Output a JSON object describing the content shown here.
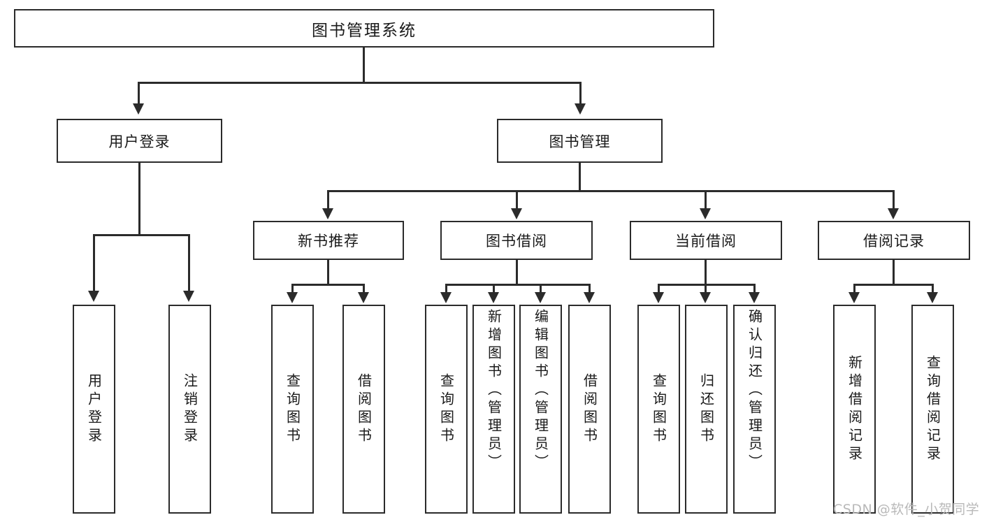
{
  "diagram": {
    "type": "tree",
    "title": "图书管理系统",
    "watermark": "CSDN @软件_小贺同学",
    "root": {
      "label": "图书管理系统",
      "children": [
        {
          "label": "用户登录",
          "children": [
            {
              "label": "用户登录"
            },
            {
              "label": "注销登录"
            }
          ]
        },
        {
          "label": "图书管理",
          "children": [
            {
              "label": "新书推荐",
              "children": [
                {
                  "label": "查询图书"
                },
                {
                  "label": "借阅图书"
                }
              ]
            },
            {
              "label": "图书借阅",
              "children": [
                {
                  "label": "查询图书"
                },
                {
                  "label": "新增图书（管理员）"
                },
                {
                  "label": "编辑图书（管理员）"
                },
                {
                  "label": "借阅图书"
                }
              ]
            },
            {
              "label": "当前借阅",
              "children": [
                {
                  "label": "查询图书"
                },
                {
                  "label": "归还图书"
                },
                {
                  "label": "确认归还（管理员）"
                }
              ]
            },
            {
              "label": "借阅记录",
              "children": [
                {
                  "label": "新增借阅记录"
                },
                {
                  "label": "查询借阅记录"
                }
              ]
            }
          ]
        }
      ]
    }
  },
  "nodes": {
    "root": "图书管理系统",
    "l2": {
      "user_login": "用户登录",
      "book_manage": "图书管理"
    },
    "l3": {
      "new_book_rec": "新书推荐",
      "book_borrow": "图书借阅",
      "current_borrow": "当前借阅",
      "borrow_record": "借阅记录"
    },
    "leaf": {
      "user_login_1": "用户登录",
      "user_logout": "注销登录",
      "rec_query_book": "查询图书",
      "rec_borrow_book": "借阅图书",
      "borrow_query_book": "查询图书",
      "borrow_add_book": "新增图书（管理员）",
      "borrow_edit_book": "编辑图书（管理员）",
      "borrow_borrow_book": "借阅图书",
      "cur_query_book": "查询图书",
      "cur_return_book": "归还图书",
      "cur_confirm_return": "确认归还（管理员）",
      "rec_add_record": "新增借阅记录",
      "rec_query_record": "查询借阅记录"
    }
  },
  "colors": {
    "stroke": "#2b2b2b",
    "background": "#ffffff",
    "text": "#1a1a1a",
    "watermark": "#b9b9b9"
  }
}
